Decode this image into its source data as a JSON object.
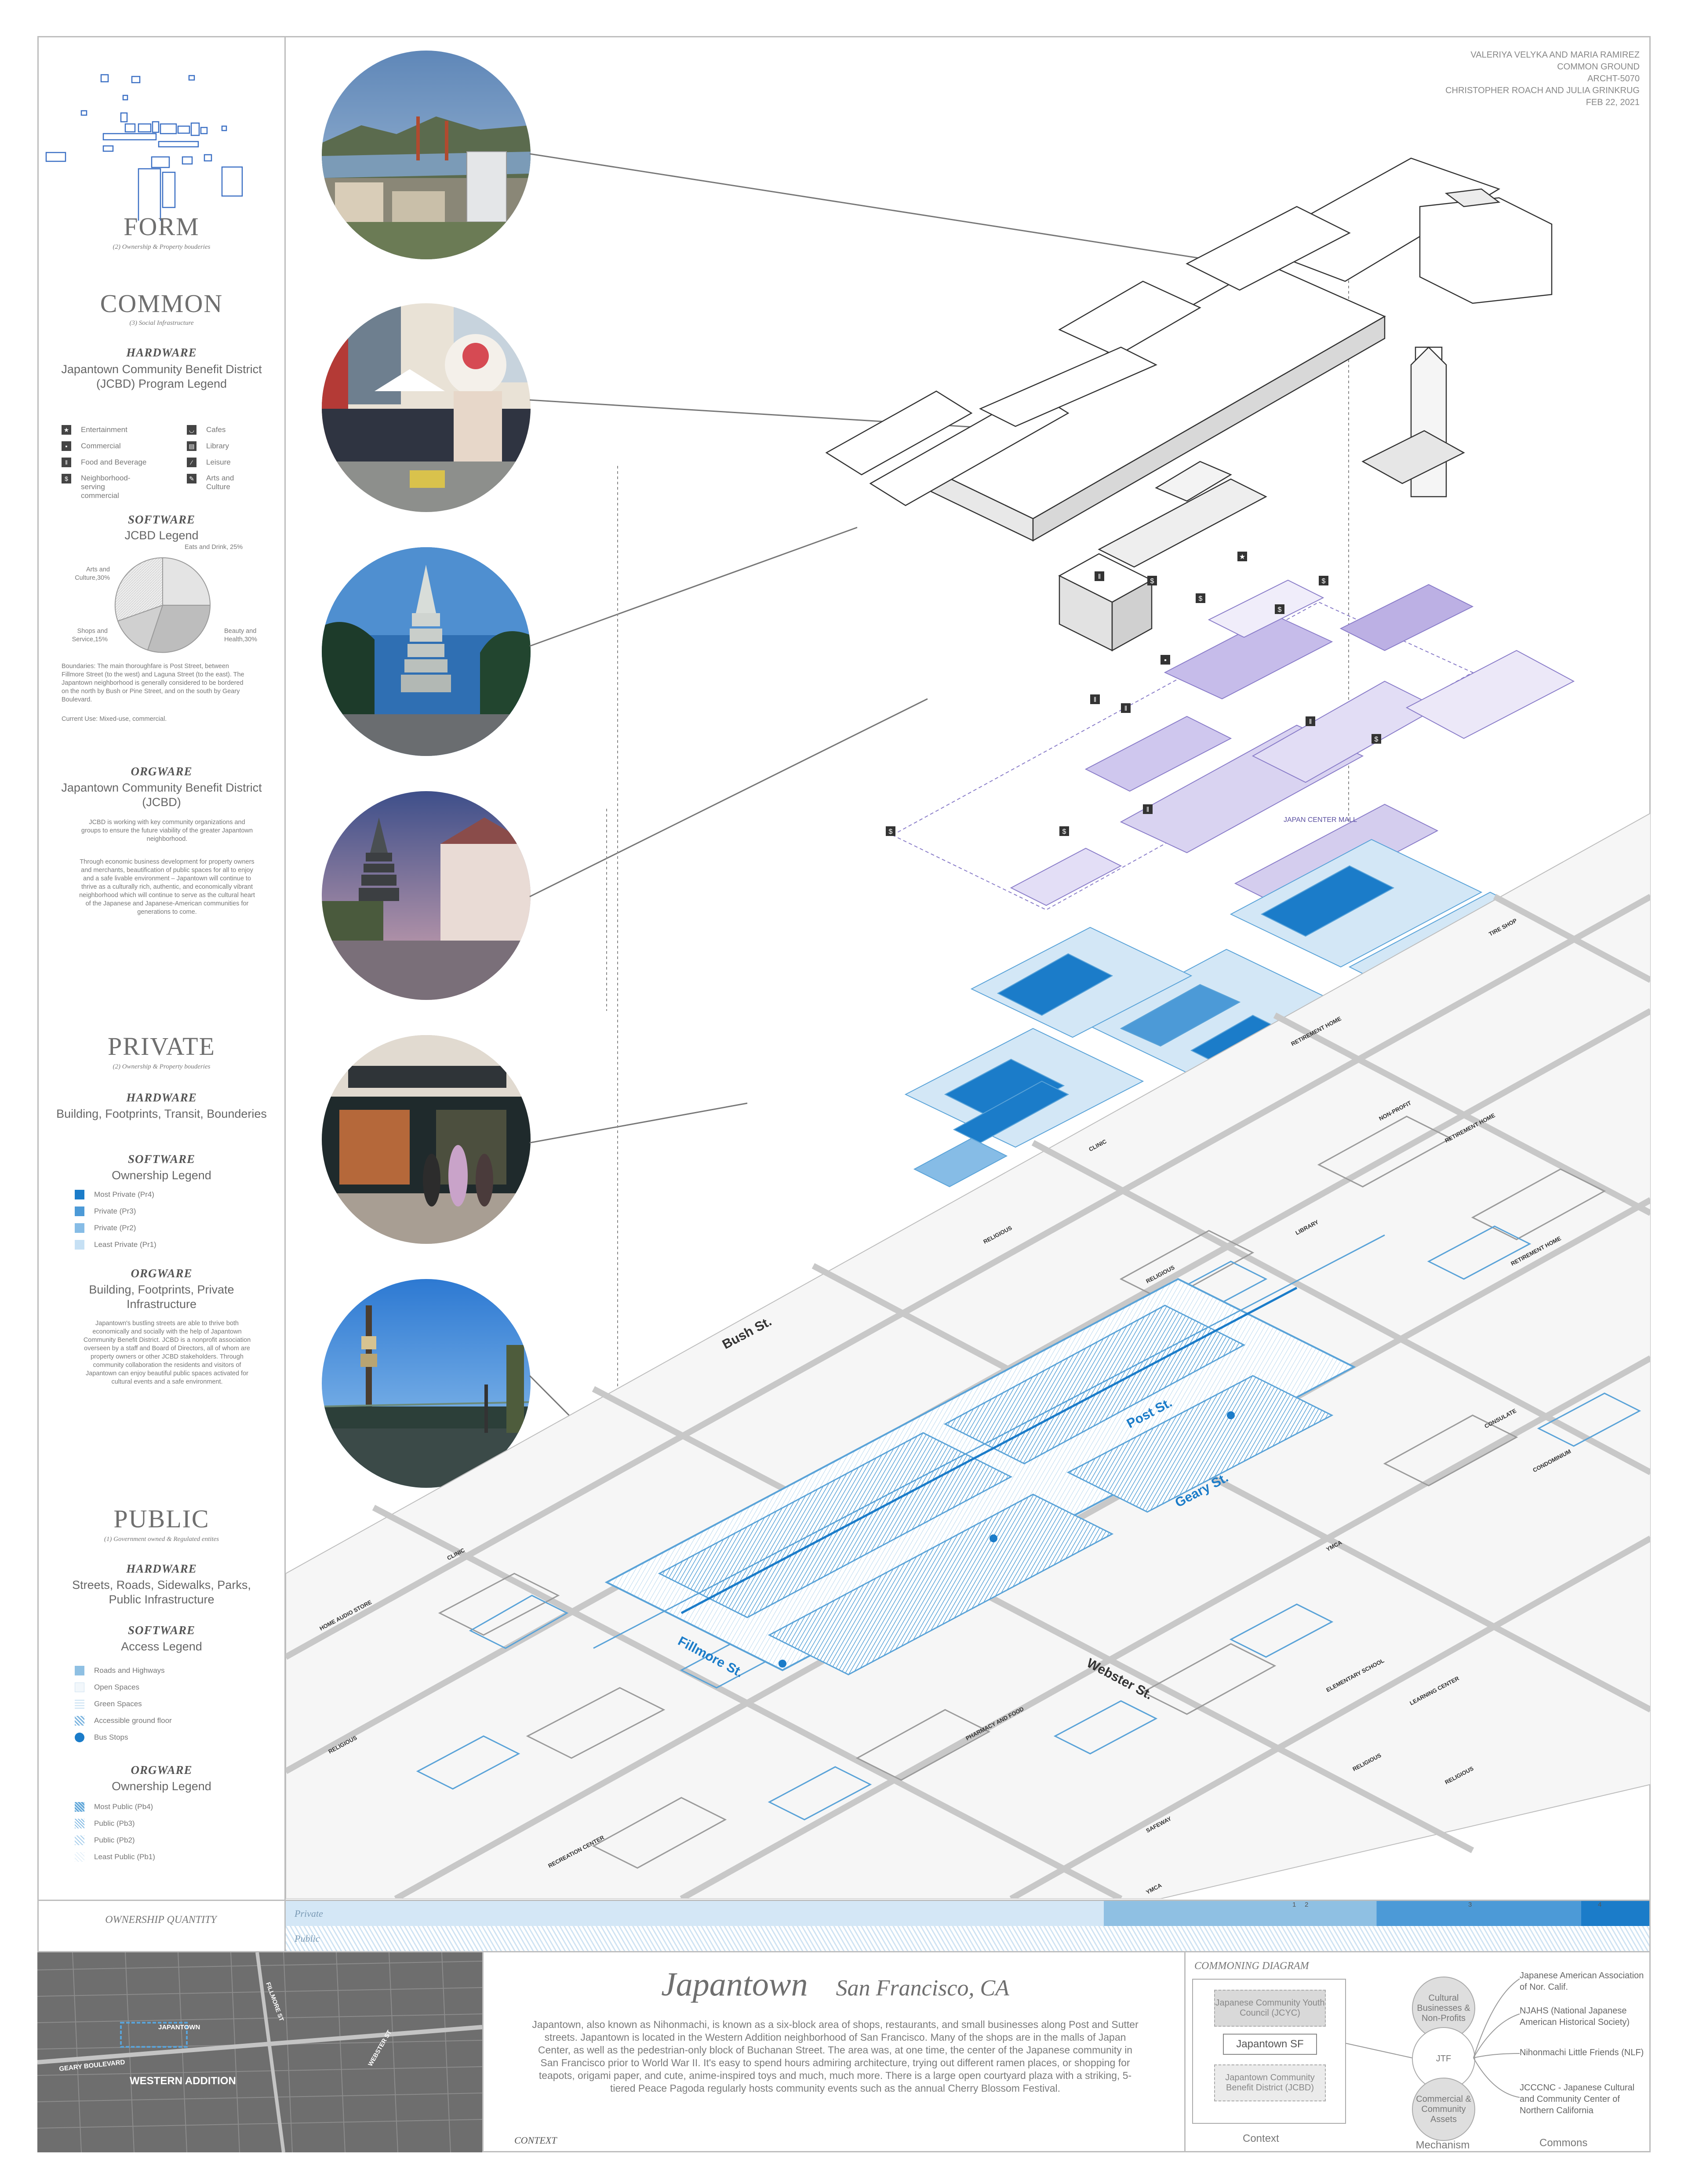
{
  "credits": [
    "VALERIYA VELYKA AND MARIA RAMIREZ",
    "COMMON GROUND",
    "ARCHT-5070",
    "CHRISTOPHER ROACH AND JULIA GRINKRUG",
    "FEB 22, 2021"
  ],
  "form": {
    "title": "FORM",
    "subtitle": "(2) Ownership & Property bouderies"
  },
  "common": {
    "title": "COMMON",
    "subtitle": "(3) Social Infrastructure",
    "hardware_label": "HARDWARE",
    "hardware_text": "Japantown Community Benefit District (JCBD) Program Legend",
    "program_legend": [
      {
        "icon": "entertainment-icon",
        "glyph": "★",
        "label": "Entertainment"
      },
      {
        "icon": "commercial-icon",
        "glyph": "▪",
        "label": "Commercial"
      },
      {
        "icon": "food-icon",
        "glyph": "ǁ",
        "label": "Food and Beverage"
      },
      {
        "icon": "neighborhood-icon",
        "glyph": "$",
        "label": "Neighborhood-serving commercial"
      },
      {
        "icon": "cafe-icon",
        "glyph": "◡",
        "label": "Cafes"
      },
      {
        "icon": "library-icon",
        "glyph": "▤",
        "label": "Library"
      },
      {
        "icon": "leisure-icon",
        "glyph": "⁄",
        "label": "Leisure"
      },
      {
        "icon": "arts-icon",
        "glyph": "✎",
        "label": "Arts and Culture"
      }
    ],
    "software_label": "SOFTWARE",
    "software_text": "JCBD Legend",
    "pie_labels": [
      "Eats and Drink, 25%",
      "Arts and Culture,30%",
      "Shops and Service,15%",
      "Beauty and Health,30%"
    ],
    "boundaries_text": "Boundaries: The main thoroughfare is Post Street, between Fillmore Street (to the west) and Laguna Street (to the east). The Japantown neighborhood is generally considered to be bordered on the north by Bush or Pine Street, and on the south by Geary Boulevard.",
    "current_use": "Current Use: Mixed-use, commercial.",
    "orgware_label": "ORGWARE",
    "orgware_text": "Japantown Community Benefit District (JCBD)",
    "orgware_para1": "JCBD is working with key community organizations and groups to ensure the future viability of the greater Japantown neighborhood.",
    "orgware_para2": "Through economic business development for property owners and merchants, beautification of public spaces for all to enjoy and a safe livable environment – Japantown will continue to thrive as a culturally rich, authentic, and economically vibrant neighborhood which will continue to serve as the cultural heart of the Japanese and Japanese-American communities for generations to come."
  },
  "private": {
    "title": "PRIVATE",
    "subtitle": "(2) Ownership & Property bouderies",
    "hardware_label": "HARDWARE",
    "hardware_text": "Building, Footprints, Transit, Bounderies",
    "software_label": "SOFTWARE",
    "software_text": "Ownership Legend",
    "legend": [
      {
        "label": "Most Private (Pr4)",
        "color": "#1b7cc9"
      },
      {
        "label": "Private (Pr3)",
        "color": "#4c9ad7"
      },
      {
        "label": "Private (Pr2)",
        "color": "#86bce6"
      },
      {
        "label": "Least Private (Pr1)",
        "color": "#c6e0f4"
      }
    ],
    "orgware_label": "ORGWARE",
    "orgware_text": "Building, Footprints, Private Infrastructure",
    "orgware_para": "Japantown's bustling streets are able to thrive both economically and socially with the help of Japantown Community Benefit District. JCBD is a nonprofit association overseen by a staff and Board of Directors, all of whom are property owners or other JCBD stakeholders. Through community collaboration the residents and visitors of Japantown can enjoy beautiful public spaces activated for cultural events and a safe environment."
  },
  "public": {
    "title": "PUBLIC",
    "subtitle": "(1) Government owned & Regulated entites",
    "hardware_label": "HARDWARE",
    "hardware_text": "Streets, Roads, Sidewalks, Parks, Public Infrastructure",
    "software_label": "SOFTWARE",
    "software_text": "Access Legend",
    "access_legend": [
      "Roads and Highways",
      "Open Spaces",
      "Green Spaces",
      "Accessible ground floor",
      "Bus Stops"
    ],
    "orgware_label": "ORGWARE",
    "orgware_text": "Ownership Legend",
    "ownership_legend": [
      "Most Public (Pb4)",
      "Public (Pb3)",
      "Public (Pb2)",
      "Least Public (Pb1)"
    ]
  },
  "map": {
    "streets": [
      "Bush St.",
      "Post St.",
      "Geary St.",
      "Fillmore St.",
      "Webster St."
    ],
    "labels": [
      "TIRE SHOP",
      "RETIREMENT HOME",
      "CLINIC",
      "NON-PROFIT",
      "RETIREMENT HOME",
      "LIBRARY",
      "RELIGIOUS",
      "RELIGIOUS",
      "RETIREMENT HOME",
      "CONSULATE",
      "CONDOMINIUM",
      "YMCA",
      "CLINIC",
      "HOME AUDIO STORE",
      "PHARMACY AND FOOD",
      "ELEMENTARY SCHOOL",
      "LEARNING CENTER",
      "RELIGIOUS",
      "RELIGIOUS",
      "RELIGIOUS",
      "RECREATION CENTER",
      "SAFEWAY",
      "YMCA"
    ],
    "center_label": "JAPAN CENTER MALL"
  },
  "ownership_bar": {
    "title": "OWNERSHIP QUANTITY",
    "private_label": "Private",
    "public_label": "Public",
    "markers": [
      "1",
      "2",
      "3",
      "4"
    ]
  },
  "context": {
    "title": "Japantown",
    "subtitle": "San Francisco, CA",
    "body": "Japantown, also known as Nihonmachi, is known as a six-block area of shops, restaurants, and small businesses along Post and Sutter streets. Japantown is located in the Western Addition neighborhood of San Francisco. Many of the shops are in the malls of Japan Center, as well as the pedestrian-only block of Buchanan Street. The area was, at one time, the center of the Japanese community in San Francisco prior to World War II. It's easy to spend hours admiring architecture, trying out different ramen places, or shopping for teapots, origami paper, and cute, anime-inspired toys and much, much more. There is a large open courtyard plaza with a striking, 5-tiered Peace Pagoda regularly hosts community events such as the annual Cherry Blossom Festival.",
    "label": "CONTEXT",
    "aerial_labels": [
      "JAPANTOWN",
      "GEARY BOULEVARD",
      "WESTERN ADDITION",
      "FILLMORE ST",
      "WEBSTER ST"
    ]
  },
  "commoning": {
    "title": "COMMONING DIAGRAM",
    "context_items": [
      "Japanese Community Youth Council (JCYC)",
      "Japantown SF",
      "Japantown Community Benefit District (JCBD)"
    ],
    "mechanism_items": [
      "Cultural Businesses & Non-Profits",
      "JTF",
      "Commercial & Community Assets"
    ],
    "commons_items": [
      "Japanese American Association of Nor. Calif.",
      "NJAHS (National Japanese American Historical Society)",
      "Nihonmachi Little Friends (NLF)",
      "JCCCNC - Japanese Cultural and Community Center of Northern California"
    ],
    "column_labels": [
      "Context",
      "Mechanism",
      "Commons"
    ]
  }
}
